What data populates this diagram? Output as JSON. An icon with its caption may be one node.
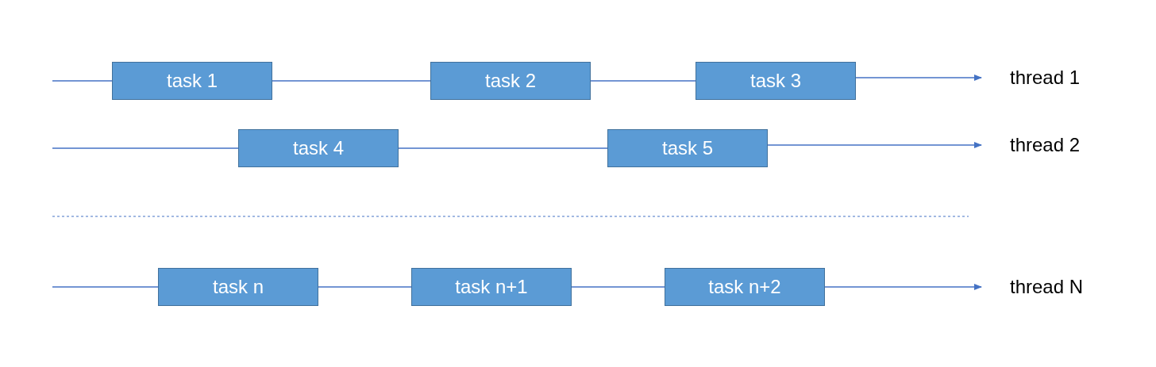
{
  "diagram": {
    "nodes": [
      {
        "text": [
          "task 1"
        ]
      },
      {
        "text": [
          "task 2"
        ]
      },
      {
        "text": [
          "task 3"
        ]
      },
      {
        "text": [
          "thread 1"
        ]
      },
      {
        "text": [
          "task 4"
        ]
      },
      {
        "text": [
          "task 5"
        ]
      },
      {
        "text": [
          "thread 2"
        ]
      },
      {
        "text": [
          "task n"
        ]
      },
      {
        "text": [
          "task n+1"
        ]
      },
      {
        "text": [
          "task n+2"
        ]
      },
      {
        "text": [
          "thread N"
        ]
      }
    ],
    "edges": [
      {
        "from": null,
        "to": 0,
        "arrow": "none"
      },
      {
        "from": 0,
        "to": 1,
        "arrow": "none"
      },
      {
        "from": 1,
        "to": 2,
        "arrow": "none"
      },
      {
        "from": 2,
        "to": 3,
        "arrow": "to"
      },
      {
        "from": null,
        "to": 4,
        "arrow": "none"
      },
      {
        "from": 4,
        "to": 5,
        "arrow": "none"
      },
      {
        "from": 5,
        "to": 6,
        "arrow": "to"
      },
      {
        "from": null,
        "to": 7,
        "arrow": "none"
      },
      {
        "from": 7,
        "to": 8,
        "arrow": "none"
      },
      {
        "from": 8,
        "to": 9,
        "arrow": "none"
      },
      {
        "from": 9,
        "to": 10,
        "arrow": "to"
      }
    ]
  }
}
